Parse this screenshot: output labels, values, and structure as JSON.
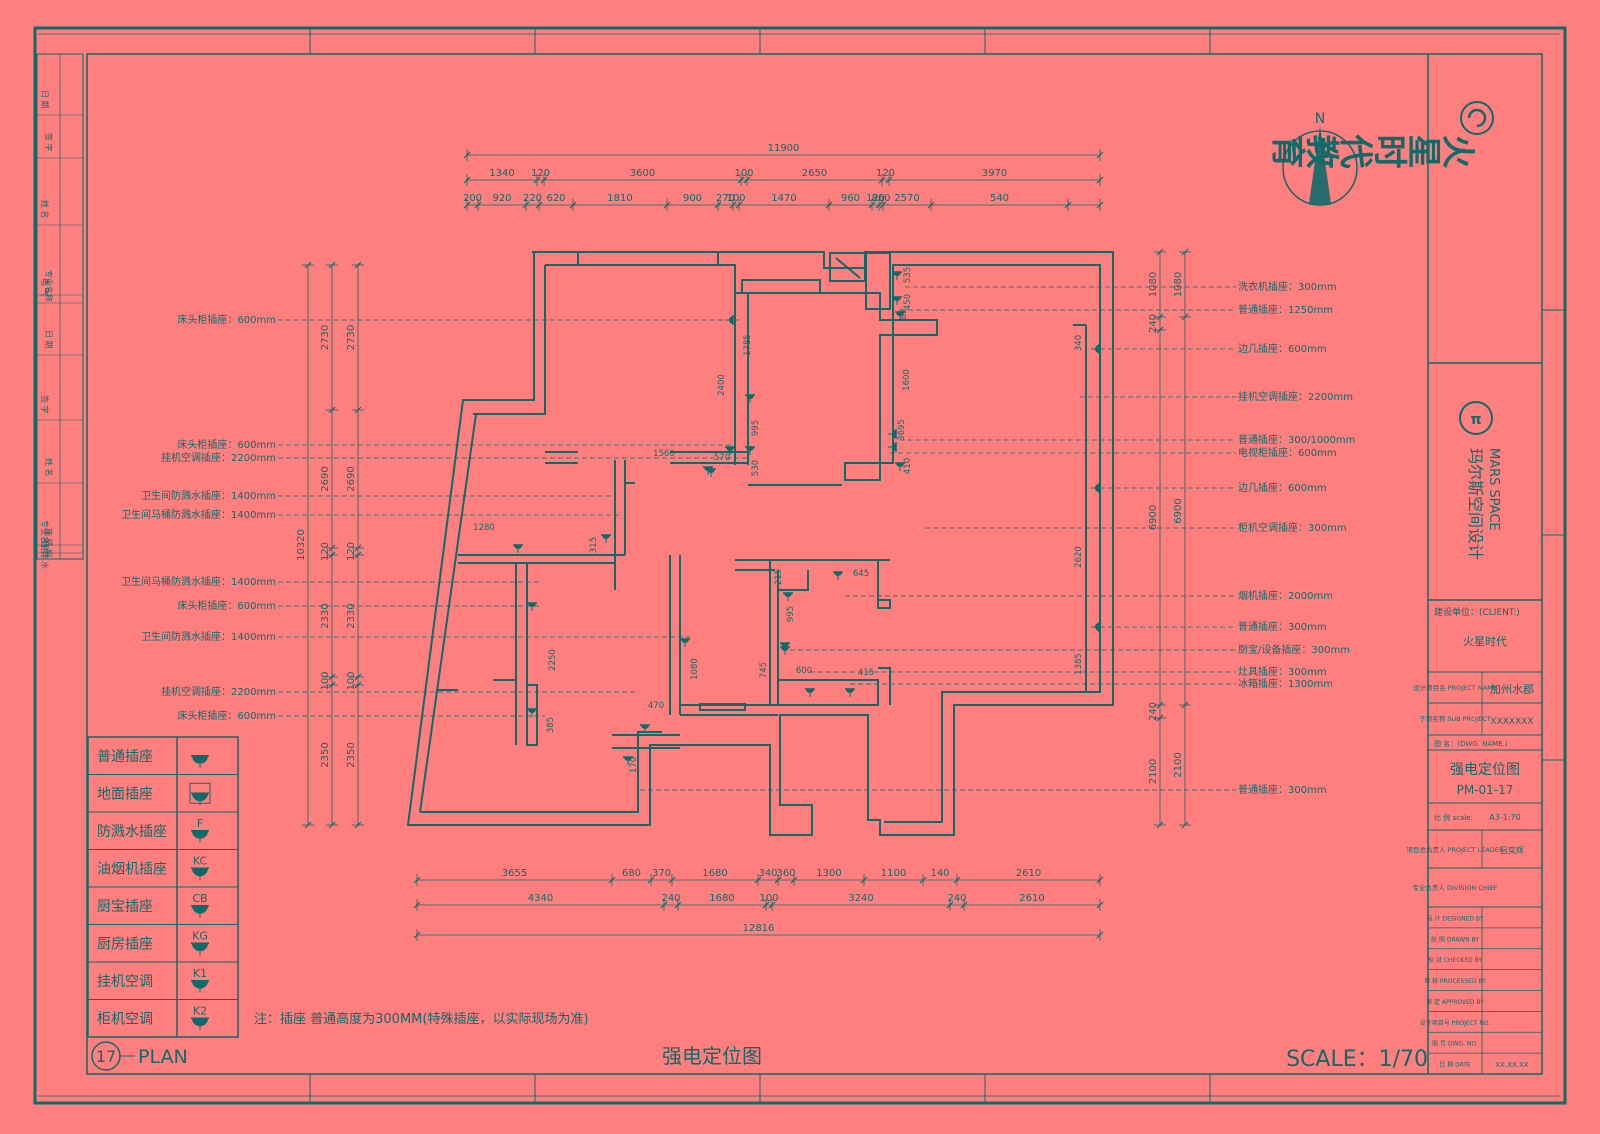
{
  "colors": {
    "background": "#ff7f7f",
    "ink": "#0f6a6a"
  },
  "compass": {
    "north_label": "N"
  },
  "drawing": {
    "plan_number": "17",
    "plan_label": "PLAN",
    "title": "强电定位图",
    "scale": "SCALE：1/70",
    "note": "注：插座 普通高度为300MM(特殊插座，以实际现场为准)"
  },
  "dims_top": {
    "overall": "11900",
    "row1": [
      "1340",
      "120",
      "3600",
      "100",
      "2650",
      "120",
      "3970"
    ],
    "row2": [
      "200",
      "920",
      "220",
      "620",
      "1810",
      "900",
      "270",
      "100",
      "1470",
      "960",
      "120",
      "860",
      "2570",
      "540"
    ]
  },
  "dims_bottom": {
    "overall": "12816",
    "row1": [
      "3655",
      "680",
      "370",
      "1680",
      "340",
      "360",
      "1300",
      "1100",
      "140",
      "2610"
    ],
    "row2": [
      "4340",
      "240",
      "1680",
      "100",
      "3240",
      "240",
      "2610"
    ]
  },
  "dims_left": {
    "overall": "10320",
    "outer": [
      "2730",
      "2690",
      "120",
      "2330",
      "100",
      "2350"
    ],
    "inner": [
      "2730",
      "2690",
      "120",
      "2330",
      "100",
      "2350"
    ]
  },
  "dims_right": {
    "outer": [
      "1080",
      "240",
      "6900",
      "240",
      "2100"
    ],
    "inner": [
      "1080",
      "6900",
      "2100"
    ]
  },
  "dims_interior": [
    "1785",
    "2400",
    "995",
    "530",
    "1560",
    "570",
    "315",
    "1280",
    "215",
    "645",
    "995",
    "2250",
    "1080",
    "470",
    "600",
    "415",
    "745",
    "385",
    "535",
    "450",
    "3695",
    "1600",
    "410",
    "2620",
    "1385",
    "340",
    "85",
    "170"
  ],
  "left_callouts": [
    "床头柜插座：600mm",
    "床头柜插座：600mm",
    "挂机空调插座：2200mm",
    "卫生间防溅水插座：1400mm",
    "卫生间马桶防溅水插座：1400mm",
    "卫生间马桶防溅水插座：1400mm",
    "床头柜插座：600mm",
    "卫生间防溅水插座：1400mm",
    "挂机空调插座：2200mm",
    "床头柜插座：600mm"
  ],
  "right_callouts": [
    "洗衣机插座：300mm",
    "普通插座：1250mm",
    "边几插座：600mm",
    "挂机空调插座：2200mm",
    "普通插座：300/1000mm",
    "电视柜插座：600mm",
    "边几插座：600mm",
    "柜机空调插座：300mm",
    "烟机插座：2000mm",
    "普通插座：300mm",
    "厨宝/设备插座：300mm",
    "灶具插座：300mm",
    "冰箱插座：1300mm",
    "普通插座：300mm"
  ],
  "legend": [
    {
      "label": "普通插座",
      "code": ""
    },
    {
      "label": "地面插座",
      "code": ""
    },
    {
      "label": "防溅水插座",
      "code": "F"
    },
    {
      "label": "油烟机插座",
      "code": "KC"
    },
    {
      "label": "厨宝插座",
      "code": "CB"
    },
    {
      "label": "厨房插座",
      "code": "KG"
    },
    {
      "label": "挂机空调",
      "code": "K1"
    },
    {
      "label": "柜机空调",
      "code": "K2"
    }
  ],
  "left_strip": {
    "labels": [
      "日 期",
      "签 字",
      "姓 名",
      "专业名称",
      "电 气",
      "日 期",
      "签 字",
      "姓 名",
      "专业名称",
      "施 结 构",
      "给 排 水"
    ]
  },
  "title_block": {
    "logo_text": "火星时代教育",
    "mars_cn": "玛尔斯空间设计",
    "mars_en": "MARS SPACE",
    "client_label": "建设单位：(CLIENT:)",
    "client_value": "火星时代",
    "project_name_label": "设计项目名 PROJECT NAME",
    "project_name_value": "加州水郡",
    "sub_project_label": "子项名称 SUB PROJECT",
    "sub_project_value": "XXXXXXX",
    "drawing_name_label": "图 名：(DWG. NAME.)",
    "drawing_name_value": "强电定位图",
    "drawing_no": "PM-01-17",
    "scale_label": "比 例 scale:",
    "scale_value": "A3-1:70",
    "leader_label": "项目总负责人 PROJECT LEADER",
    "leader_value": "吕奕辉",
    "division_label": "专业负责人 DIVISION CHIEF",
    "rows": [
      "设 计 DESIGNED BY",
      "绘 图 DRAWN BY",
      "校 对 CHECKED BY",
      "审 核 PROCESSED BY",
      "审 定 APPROVED BY",
      "设计项目号 PROJECT NO.",
      "图 号 DWG. NO.",
      "日 期 DATE"
    ],
    "date_value": "XX.XX.XX"
  }
}
